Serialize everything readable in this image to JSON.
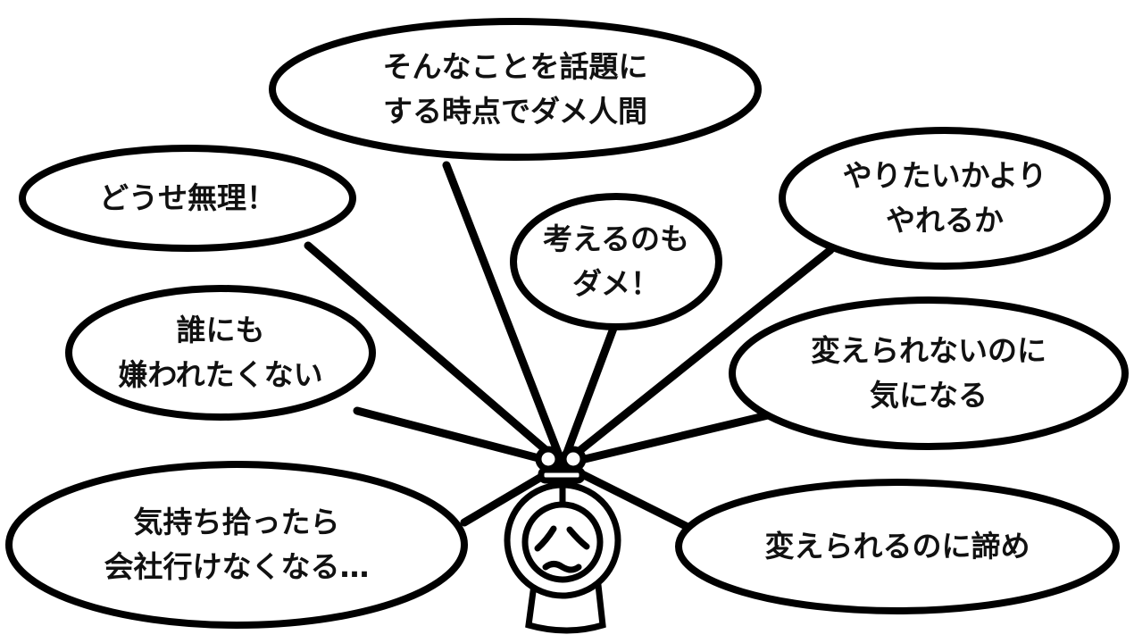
{
  "bubbles": [
    {
      "lines": [
        "そんなことを話題に",
        "する時点でダメ人間"
      ]
    },
    {
      "lines": [
        "どうせ無理！"
      ]
    },
    {
      "lines": [
        "考えるのも",
        "ダメ！"
      ]
    },
    {
      "lines": [
        "やりたいかより",
        "やれるか"
      ]
    },
    {
      "lines": [
        "誰にも",
        "嫌われたくない"
      ]
    },
    {
      "lines": [
        "変えられないのに",
        "気になる"
      ]
    },
    {
      "lines": [
        "気持ち拾ったら",
        "会社行けなくなる…"
      ]
    },
    {
      "lines": [
        "変えられるのに諦め"
      ]
    }
  ],
  "colors": {
    "stroke": "#000000",
    "fill": "#ffffff"
  }
}
